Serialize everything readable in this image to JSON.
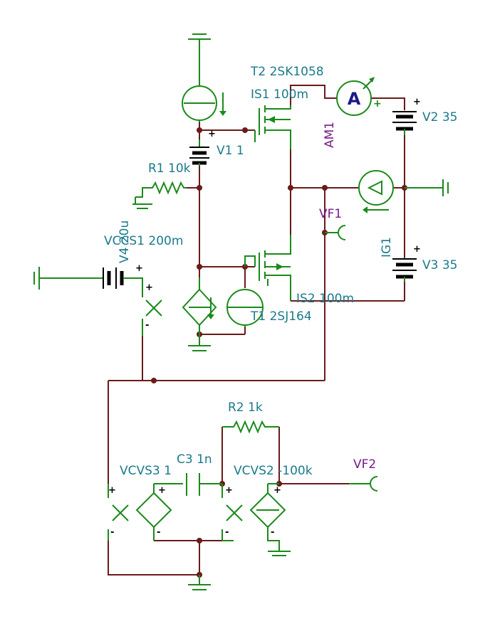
{
  "colors": {
    "wire": "#6b1a1a",
    "component": "#1a8a1a",
    "label": "#1a7a8a",
    "meter_label": "#7a1a8a",
    "ammeter_letter": "#1a1a8a",
    "background": "#ffffff"
  },
  "labels": {
    "t2": "T2 2SK1058",
    "is1": "IS1 100m",
    "am1": "AM1",
    "ammeter_letter": "A",
    "v2": "V2 35",
    "v1": "V1 1",
    "r1": "R1 10k",
    "v4": "V4 20u",
    "vf1": "VF1",
    "ig1": "IG1",
    "vccs1": "VCCS1 200m",
    "v3": "V3 35",
    "is2": "IS2 100m",
    "t1": "T1 2SJ164",
    "r2": "R2 1k",
    "c3": "C3 1n",
    "vcvs3": "VCVS3 1",
    "vcvs2": "VCVS2 -100k",
    "vf2": "VF2"
  },
  "polarity": {
    "plus": "+",
    "minus": "-"
  }
}
